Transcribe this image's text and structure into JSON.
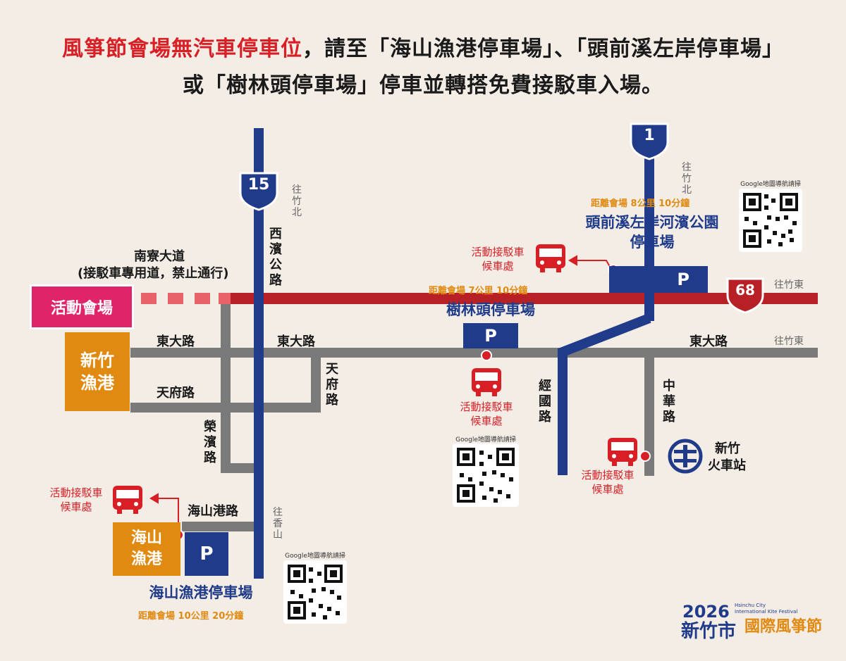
{
  "heading": {
    "line1_red": "風箏節會場無汽車停車位",
    "line1_rest": "，請至「海山漁港停車場」、「頭前溪左岸停車場」",
    "line2": "或「樹林頭停車場」停車並轉搭免費接駁車入場。"
  },
  "routes": {
    "r15": "15",
    "r1": "1",
    "r68": "68"
  },
  "roads": {
    "nanliao": "南寮大道",
    "nanliao_note": "(接駁車專用道，禁止通行)",
    "xibin": "西濱公路",
    "dongda_1": "東大路",
    "dongda_2": "東大路",
    "dongda_3": "東大路",
    "tianfu_h": "天府路",
    "tianfu_v": "天府路",
    "rongbin": "榮濱路",
    "haishangang": "海山港路",
    "jingguo": "經國路",
    "zhonghua": "中華路"
  },
  "directions": {
    "north_15": "往竹北",
    "north_1": "往竹北",
    "east_68": "往竹東",
    "east_dongda": "往竹東",
    "xiangshan": "往香山"
  },
  "venue": {
    "event": "活動會場",
    "harbor": "新竹漁港",
    "haishan": "海山漁港"
  },
  "shuttle": {
    "label_line1": "活動接駁車",
    "label_line2": "候車處"
  },
  "parking": {
    "p_symbol": "P",
    "toucian_name_1": "頭前溪左岸河濱公園",
    "toucian_name_2": "停車場",
    "toucian_dist": "距離會場  8公里  10分鐘",
    "shulintou_name": "樹林頭停車場",
    "shulintou_dist": "距離會場  7公里  10分鐘",
    "haishan_name": "海山漁港停車場",
    "haishan_dist": "距離會場  10公里  20分鐘"
  },
  "qr_caption": "Google地圖導航請掃",
  "station": {
    "name_1": "新竹",
    "name_2": "火車站"
  },
  "logo": {
    "year": "2026",
    "city": "新竹市",
    "event_zh": "國際風箏節",
    "en_1": "Hsinchu City",
    "en_2": "International Kite Festival"
  },
  "colors": {
    "background": "#f3ede6",
    "red_road": "#b72025",
    "blue_road": "#1f3b8a",
    "gray_road": "#7a7a7a",
    "event_pink": "#e0246a",
    "harbor_orange": "#e08a12",
    "accent_red": "#d81f26"
  }
}
